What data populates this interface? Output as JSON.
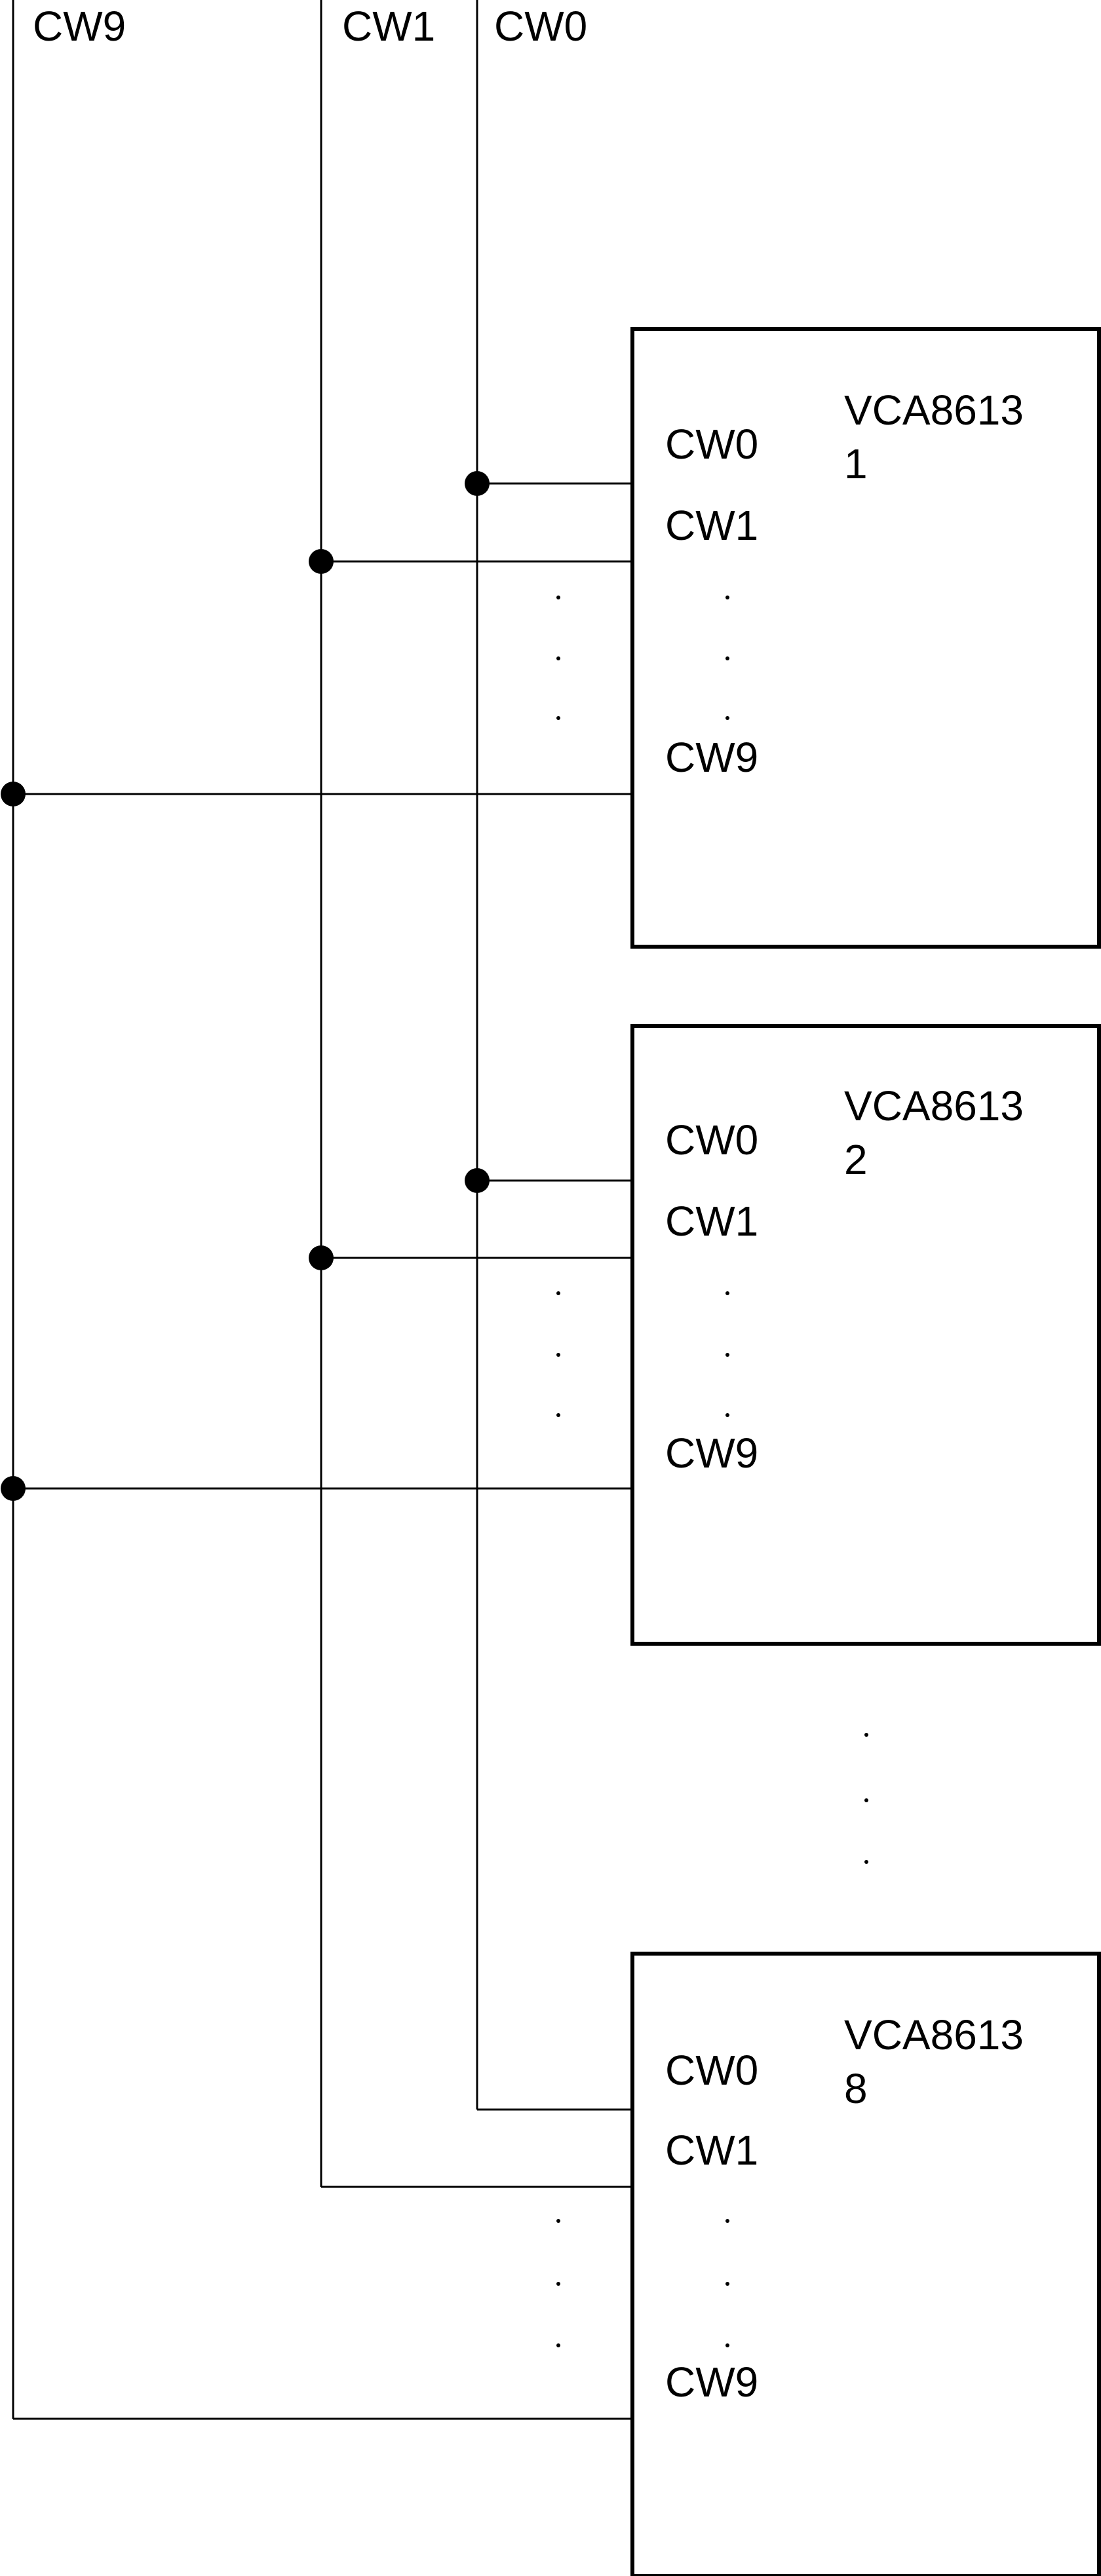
{
  "bus_labels": {
    "cw9": "CW9",
    "cw1": "CW1",
    "cw0": "CW0"
  },
  "chips": [
    {
      "part": "VCA8613",
      "index": "1",
      "pins": {
        "cw0": "CW0",
        "cw1": "CW1",
        "cw9": "CW9"
      }
    },
    {
      "part": "VCA8613",
      "index": "2",
      "pins": {
        "cw0": "CW0",
        "cw1": "CW1",
        "cw9": "CW9"
      }
    },
    {
      "part": "VCA8613",
      "index": "8",
      "pins": {
        "cw0": "CW0",
        "cw1": "CW1",
        "cw9": "CW9"
      }
    }
  ],
  "colors": {
    "line": "#000000",
    "background": "#ffffff"
  }
}
